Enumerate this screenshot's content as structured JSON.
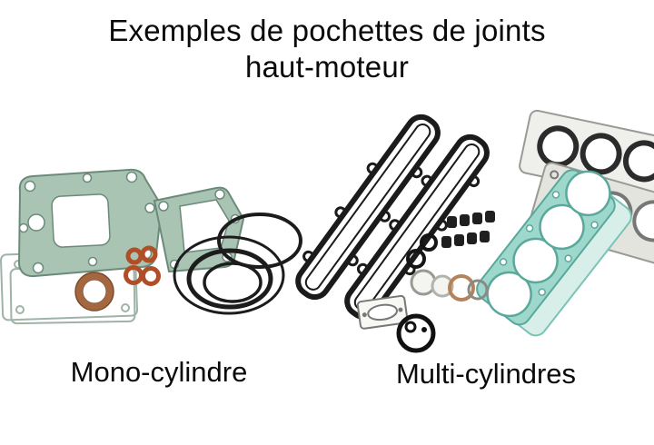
{
  "title": {
    "line1": "Exemples de pochettes de joints",
    "line2": "haut-moteur"
  },
  "figures": {
    "mono": {
      "label": "Mono-cylindre"
    },
    "multi": {
      "label": "Multi-cylindres"
    }
  },
  "colors": {
    "background": "#ffffff",
    "text": "#0a0a0a",
    "gasket_paper_green": "#a9c4b3",
    "gasket_paper_outline": "#6b8a7a",
    "head_gasket_teal": "#9ed8cc",
    "head_gasket_teal_outline": "#5aa89b",
    "oring_orange": "#b04f27",
    "copper_washer": "#a5673f",
    "rubber_black": "#1b1b1b",
    "metal_gasket_gray": "#e4e4df"
  }
}
